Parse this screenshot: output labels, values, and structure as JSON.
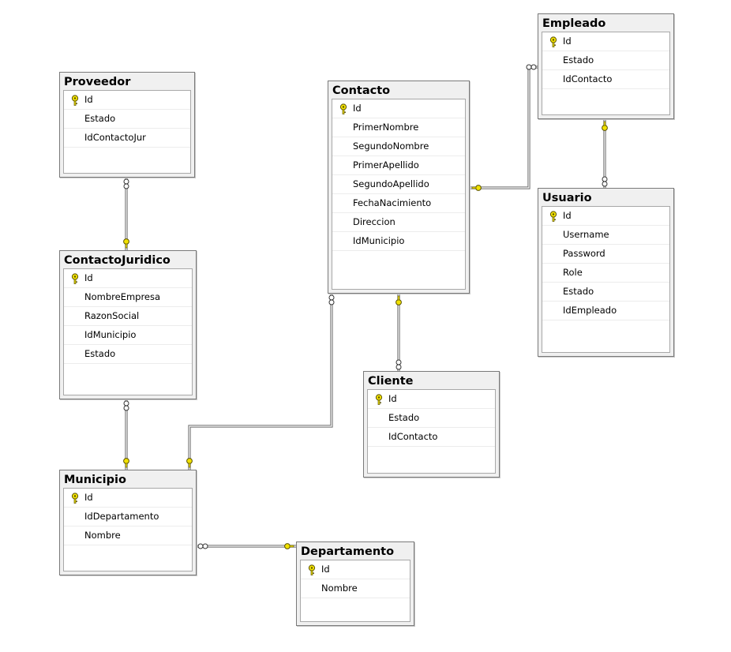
{
  "diagram": {
    "tables": {
      "proveedor": {
        "name": "Proveedor",
        "columns": [
          {
            "name": "Id",
            "pk": true
          },
          {
            "name": "Estado",
            "pk": false
          },
          {
            "name": "IdContactoJur",
            "pk": false
          }
        ]
      },
      "contacto_juridico": {
        "name": "ContactoJuridico",
        "columns": [
          {
            "name": "Id",
            "pk": true
          },
          {
            "name": "NombreEmpresa",
            "pk": false
          },
          {
            "name": "RazonSocial",
            "pk": false
          },
          {
            "name": "IdMunicipio",
            "pk": false
          },
          {
            "name": "Estado",
            "pk": false
          }
        ]
      },
      "municipio": {
        "name": "Municipio",
        "columns": [
          {
            "name": "Id",
            "pk": true
          },
          {
            "name": "IdDepartamento",
            "pk": false
          },
          {
            "name": "Nombre",
            "pk": false
          }
        ]
      },
      "departamento": {
        "name": "Departamento",
        "columns": [
          {
            "name": "Id",
            "pk": true
          },
          {
            "name": "Nombre",
            "pk": false
          }
        ]
      },
      "contacto": {
        "name": "Contacto",
        "columns": [
          {
            "name": "Id",
            "pk": true
          },
          {
            "name": "PrimerNombre",
            "pk": false
          },
          {
            "name": "SegundoNombre",
            "pk": false
          },
          {
            "name": "PrimerApellido",
            "pk": false
          },
          {
            "name": "SegundoApellido",
            "pk": false
          },
          {
            "name": "FechaNacimiento",
            "pk": false
          },
          {
            "name": "Direccion",
            "pk": false
          },
          {
            "name": "IdMunicipio",
            "pk": false
          }
        ]
      },
      "cliente": {
        "name": "Cliente",
        "columns": [
          {
            "name": "Id",
            "pk": true
          },
          {
            "name": "Estado",
            "pk": false
          },
          {
            "name": "IdContacto",
            "pk": false
          }
        ]
      },
      "empleado": {
        "name": "Empleado",
        "columns": [
          {
            "name": "Id",
            "pk": true
          },
          {
            "name": "Estado",
            "pk": false
          },
          {
            "name": "IdContacto",
            "pk": false
          }
        ]
      },
      "usuario": {
        "name": "Usuario",
        "columns": [
          {
            "name": "Id",
            "pk": true
          },
          {
            "name": "Username",
            "pk": false
          },
          {
            "name": "Password",
            "pk": false
          },
          {
            "name": "Role",
            "pk": false
          },
          {
            "name": "Estado",
            "pk": false
          },
          {
            "name": "IdEmpleado",
            "pk": false
          }
        ]
      }
    },
    "relationships": [
      {
        "from": "proveedor",
        "to": "contacto_juridico",
        "from_end": "many",
        "to_end": "one"
      },
      {
        "from": "contacto_juridico",
        "to": "municipio",
        "from_end": "many",
        "to_end": "one"
      },
      {
        "from": "contacto",
        "to": "municipio",
        "from_end": "many",
        "to_end": "one"
      },
      {
        "from": "municipio",
        "to": "departamento",
        "from_end": "many",
        "to_end": "one"
      },
      {
        "from": "cliente",
        "to": "contacto",
        "from_end": "many",
        "to_end": "one"
      },
      {
        "from": "empleado",
        "to": "contacto",
        "from_end": "many",
        "to_end": "one"
      },
      {
        "from": "usuario",
        "to": "empleado",
        "from_end": "many",
        "to_end": "one"
      }
    ],
    "colors": {
      "key_icon": "#f2e200",
      "connector_one": "#f2e200",
      "connector_many": "#ffffff",
      "line": "#6a6a6a"
    }
  }
}
